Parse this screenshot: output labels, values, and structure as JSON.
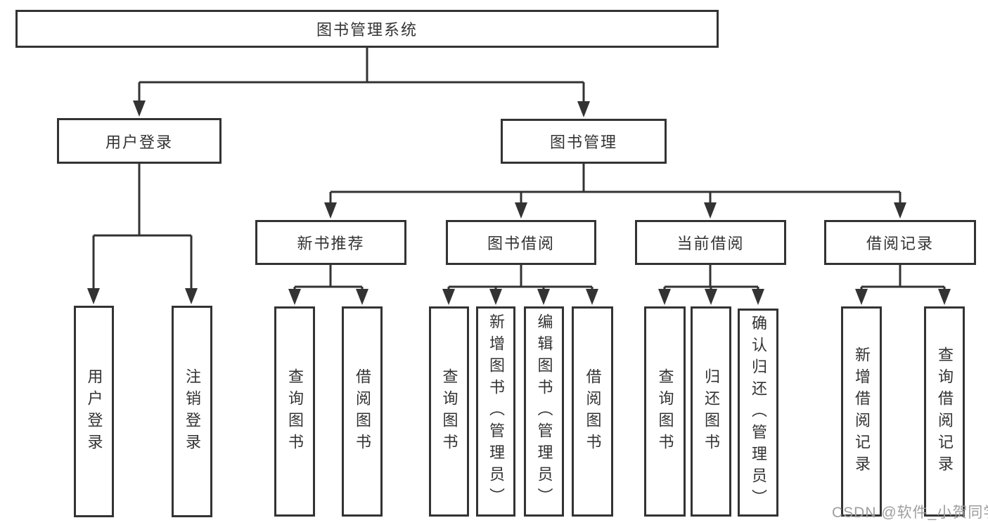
{
  "tree": {
    "label": "图书管理系统",
    "children": [
      {
        "label": "用户登录",
        "children": [
          {
            "label": "用户登录"
          },
          {
            "label": "注销登录"
          }
        ]
      },
      {
        "label": "图书管理",
        "children": [
          {
            "label": "新书推荐",
            "children": [
              {
                "label": "查询图书"
              },
              {
                "label": "借阅图书"
              }
            ]
          },
          {
            "label": "图书借阅",
            "children": [
              {
                "label": "查询图书"
              },
              {
                "label": "新增图书（管理员）"
              },
              {
                "label": "编辑图书（管理员）"
              },
              {
                "label": "借阅图书"
              }
            ]
          },
          {
            "label": "当前借阅",
            "children": [
              {
                "label": "查询图书"
              },
              {
                "label": "归还图书"
              },
              {
                "label": "确认归还（管理员）"
              }
            ]
          },
          {
            "label": "借阅记录",
            "children": [
              {
                "label": "新增借阅记录"
              },
              {
                "label": "查询借阅记录"
              }
            ]
          }
        ]
      }
    ]
  },
  "watermark": {
    "text": "CSDN @软件_小贺同学"
  },
  "colors": {
    "line": "#333333",
    "box_border": "#333333",
    "text": "#333333",
    "watermark": "#9e9e9e",
    "background": "#ffffff"
  }
}
